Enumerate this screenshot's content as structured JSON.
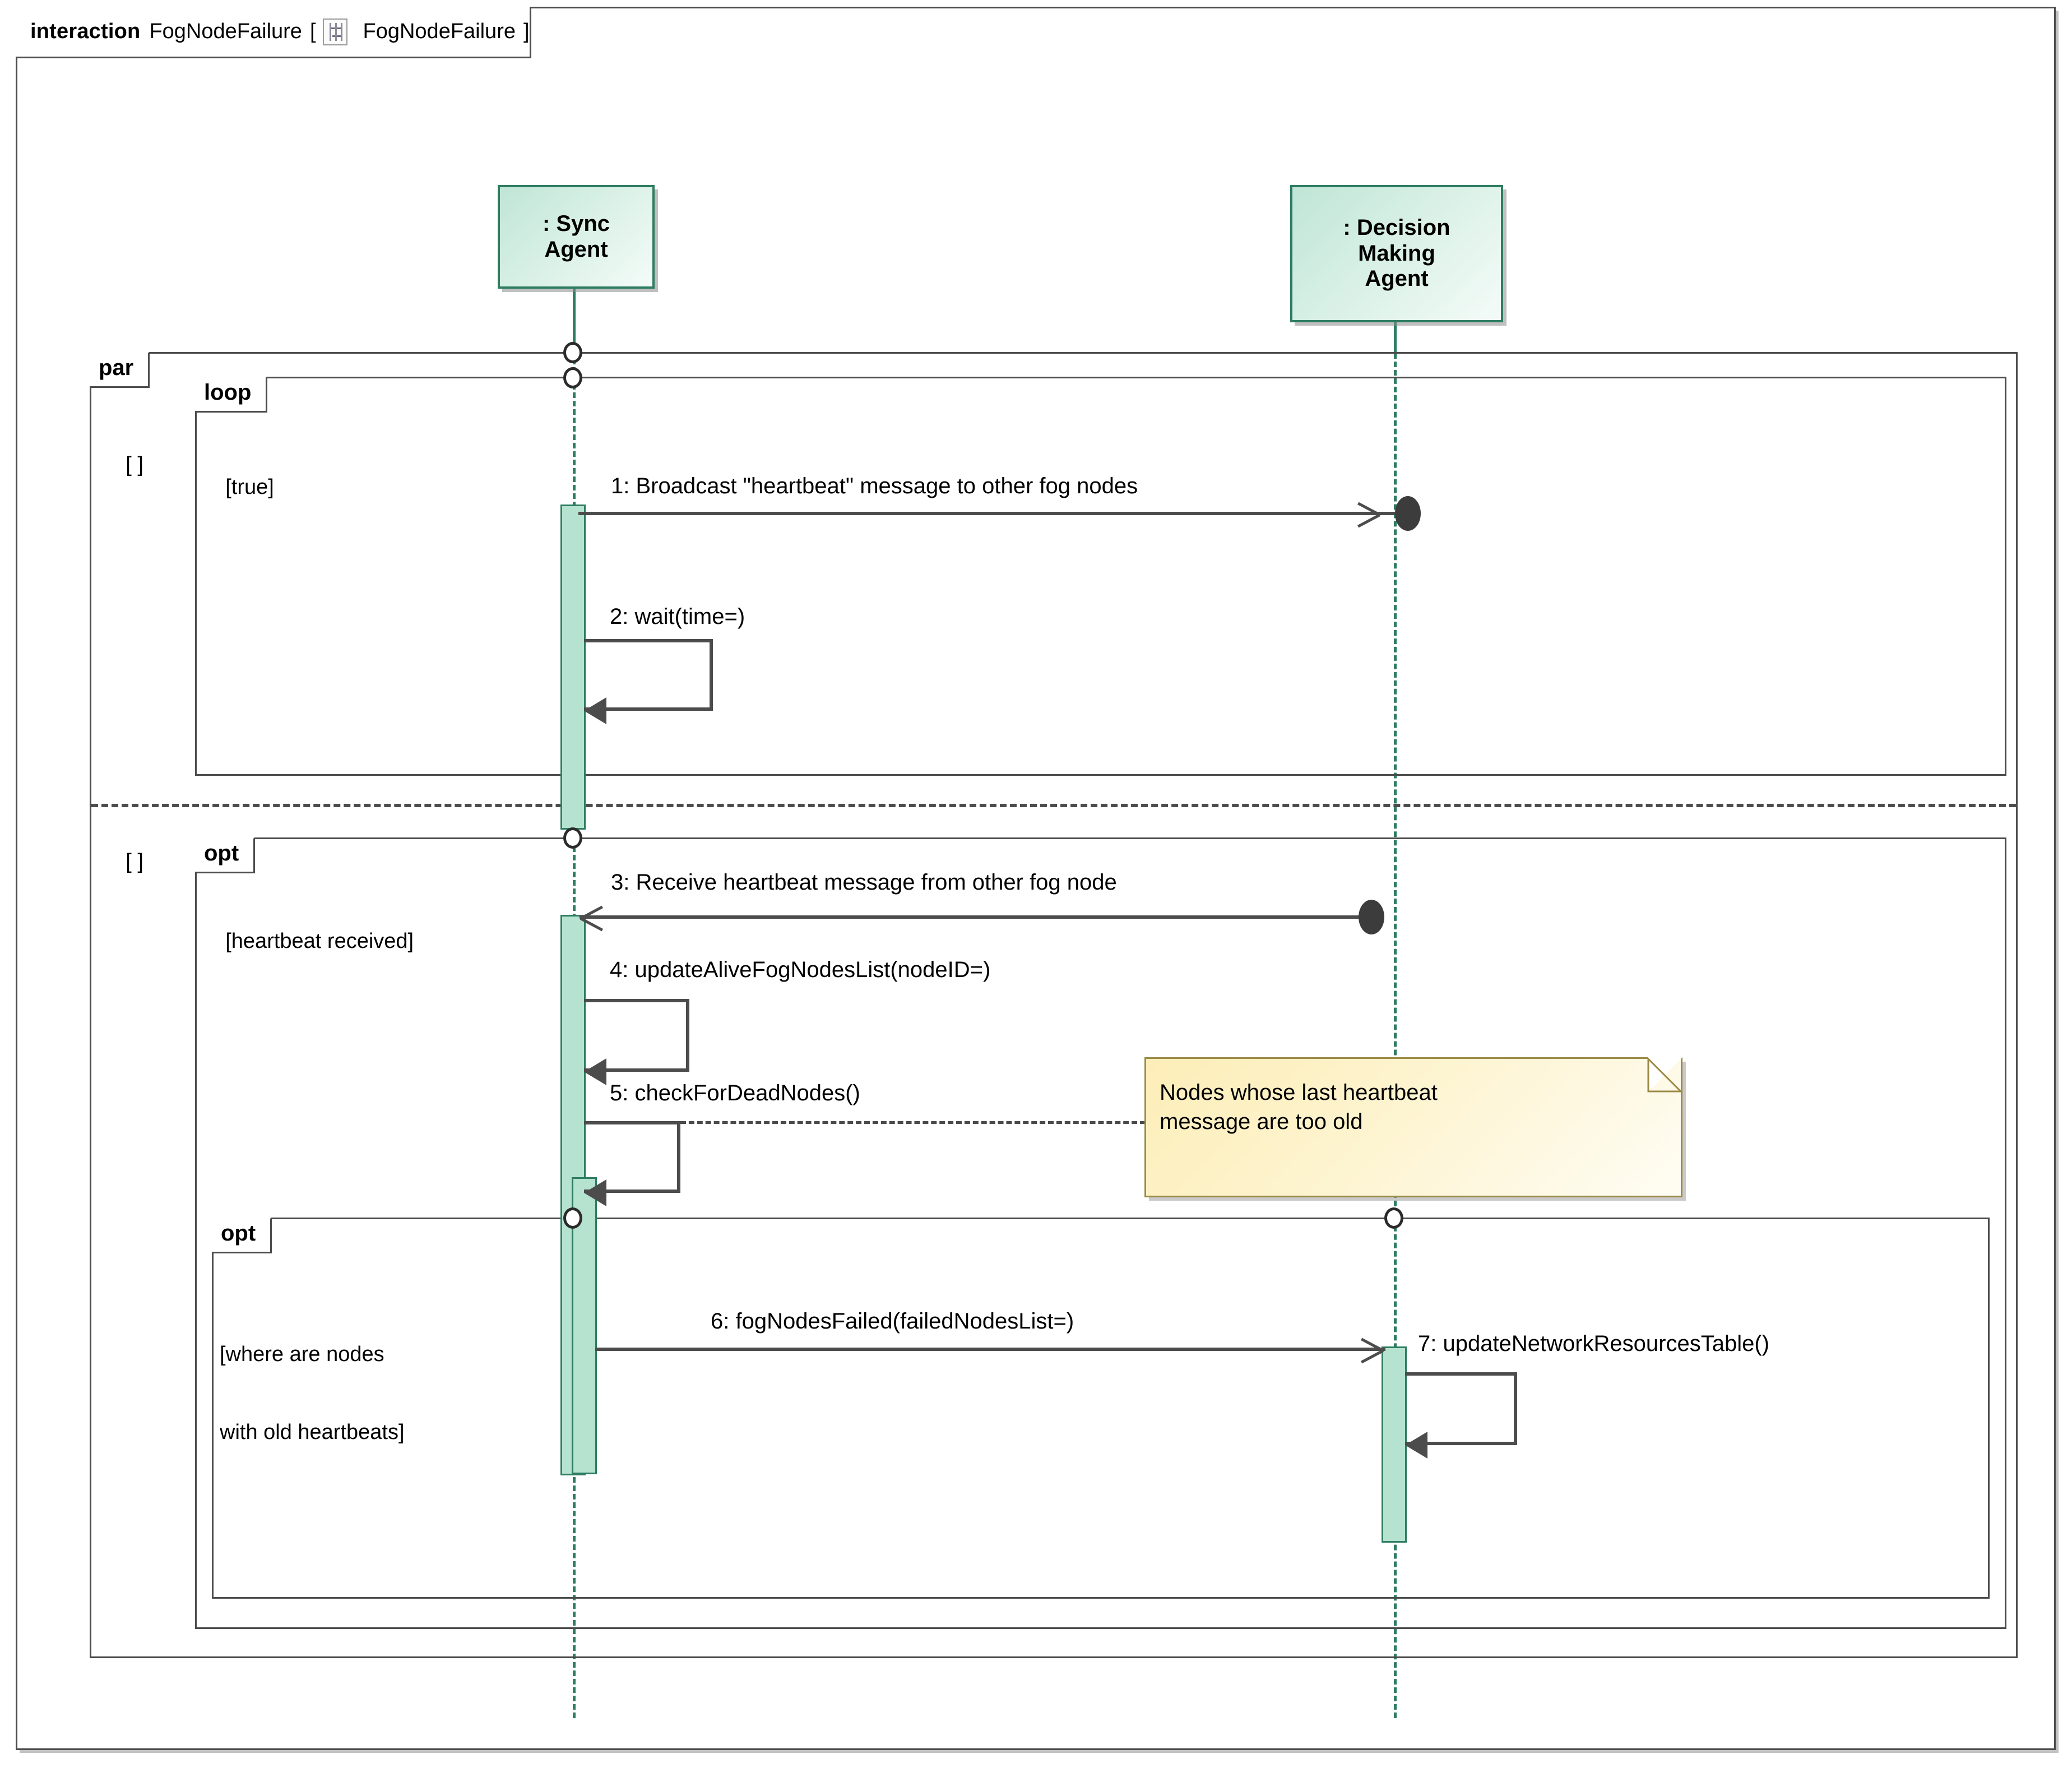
{
  "frame": {
    "keyword": "interaction",
    "name": "FogNodeFailure",
    "bracket_open": "[",
    "icon": "interaction-diagram-icon",
    "diagram_name": "FogNodeFailure",
    "bracket_close": "]"
  },
  "lifelines": [
    {
      "id": "sync",
      "label": ": Sync\nAgent",
      "label_line1": ": Sync",
      "label_line2": "Agent"
    },
    {
      "id": "dm",
      "label": ": Decision\nMaking\nAgent",
      "label_line1": ": Decision",
      "label_line2": "Making",
      "label_line3": "Agent"
    }
  ],
  "fragments": [
    {
      "id": "par",
      "operator": "par",
      "guard": "[ ]"
    },
    {
      "id": "loop",
      "operator": "loop",
      "guard": "[true]"
    },
    {
      "id": "par2",
      "operator": "",
      "guard": "[ ]"
    },
    {
      "id": "opt-hb",
      "operator": "opt",
      "guard": "[heartbeat received]"
    },
    {
      "id": "opt-dead",
      "operator": "opt",
      "guard": "[where are nodes\nwith old heartbeats]",
      "guard_line1": "[where are nodes",
      "guard_line2": "with old heartbeats]"
    }
  ],
  "messages": [
    {
      "num": "1",
      "label": "1: Broadcast \"heartbeat\" message to other fog nodes",
      "kind": "lost",
      "direction": "right"
    },
    {
      "num": "2",
      "label": "2: wait(time=)",
      "kind": "self",
      "direction": "self"
    },
    {
      "num": "3",
      "label": "3: Receive heartbeat message from other fog node",
      "kind": "found",
      "direction": "left"
    },
    {
      "num": "4",
      "label": "4: updateAliveFogNodesList(nodeID=)",
      "kind": "self",
      "direction": "self"
    },
    {
      "num": "5",
      "label": "5: checkForDeadNodes()",
      "kind": "self",
      "direction": "self"
    },
    {
      "num": "6",
      "label": "6: fogNodesFailed(failedNodesList=)",
      "kind": "sync",
      "direction": "right"
    },
    {
      "num": "7",
      "label": "7: updateNetworkResourcesTable()",
      "kind": "self",
      "direction": "self"
    }
  ],
  "note": {
    "text": "Nodes whose last heartbeat message are too old",
    "line1": "Nodes whose last heartbeat",
    "line2": "message are too old"
  },
  "colors": {
    "lifeline_border": "#2e7d62",
    "lifeline_fill": "#bfe5d6",
    "activation_fill": "#b5e3d0",
    "frame_border": "#4c4c4c",
    "note_fill": "#fdeeb8",
    "note_border": "#9a8a46"
  }
}
